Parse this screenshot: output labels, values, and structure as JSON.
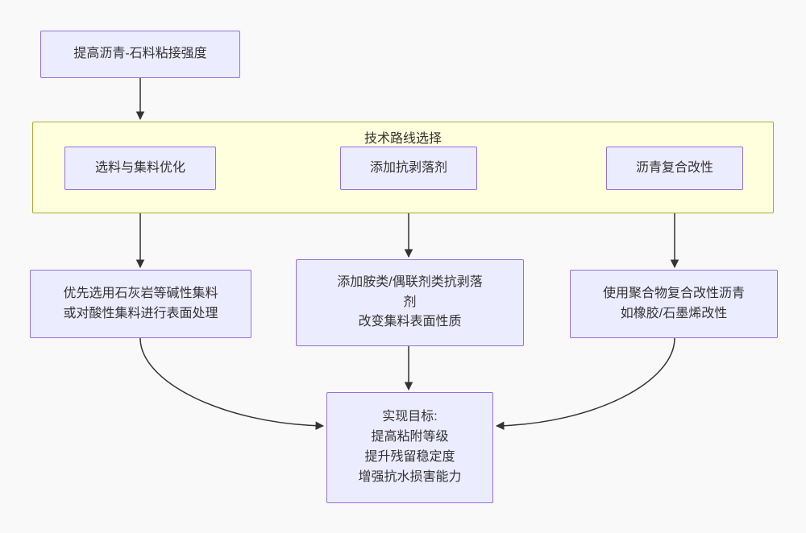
{
  "diagram": {
    "type": "flowchart",
    "root_node": {
      "label": "提高沥青-石料粘接强度"
    },
    "cluster": {
      "title": "技术路线选择",
      "options": [
        {
          "label": "选料与集料优化"
        },
        {
          "label": "添加抗剥落剂"
        },
        {
          "label": "沥青复合改性"
        }
      ]
    },
    "details": [
      {
        "text": "优先选用石灰岩等碱性集料\n或对酸性集料进行表面处理"
      },
      {
        "text": "添加胺类/偶联剂类抗剥落\n剂\n改变集料表面性质"
      },
      {
        "text": "使用聚合物复合改性沥青\n如橡胶/石墨烯改性"
      }
    ],
    "goal": {
      "text": "实现目标:\n提高粘附等级\n提升残留稳定度\n增强抗水损害能力"
    },
    "colors": {
      "node_fill": "#ECECFF",
      "node_border": "#9370DB",
      "cluster_fill": "#FFFFDE",
      "cluster_border": "#AAAA33",
      "arrow": "#333333",
      "text": "#333333",
      "background": "#F9F9F9"
    }
  }
}
